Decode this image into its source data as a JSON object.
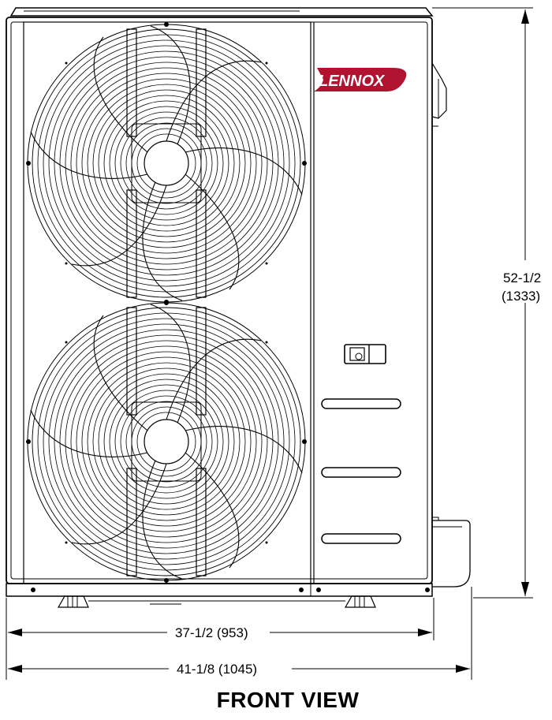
{
  "brand": {
    "logo_text": "LENNOX",
    "logo_color": "#b0122f"
  },
  "dimensions": {
    "height": {
      "imperial": "52-1/2",
      "metric": "(1333)"
    },
    "cabinet_width": "37-1/2 (953)",
    "overall_width": "41-1/8 (1045)"
  },
  "view_title": "FRONT VIEW",
  "icons": [
    "fan-guard-icon",
    "electrical-access-icon"
  ]
}
